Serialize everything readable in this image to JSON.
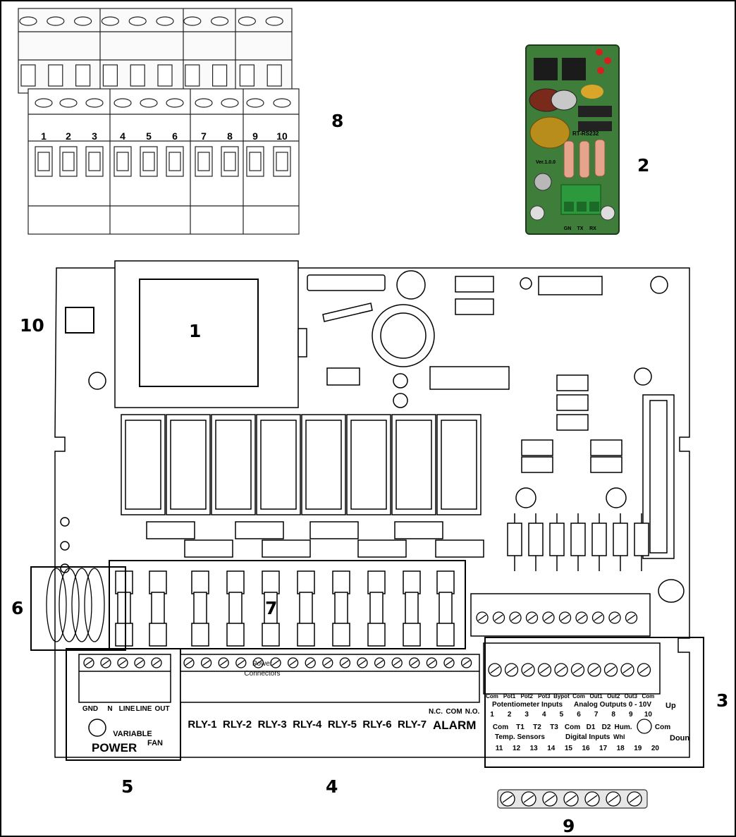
{
  "callouts": {
    "n1": "1",
    "n2": "2",
    "n3": "3",
    "n4": "4",
    "n5": "5",
    "n6": "6",
    "n7": "7",
    "n8": "8",
    "n9": "9",
    "n10": "10"
  },
  "terminal_block_numbers": [
    "1",
    "2",
    "3",
    "4",
    "5",
    "6",
    "7",
    "8",
    "9",
    "10"
  ],
  "rs232_card": {
    "silk_label": "RT-RS232",
    "version": "Ver.1.0.0",
    "pins": [
      "GN",
      "TX",
      "RX"
    ]
  },
  "power_block": {
    "terminals": [
      "GND",
      "N",
      "LINE",
      "LINE",
      "OUT"
    ],
    "fan_label_1": "VARIABLE",
    "fan_label_2": "FAN",
    "title": "POWER"
  },
  "relays": [
    "RLY-1",
    "RLY-2",
    "RLY-3",
    "RLY-4",
    "RLY-5",
    "RLY-6",
    "RLY-7"
  ],
  "alarm": {
    "title": "ALARM",
    "contacts": [
      "N.C.",
      "COM",
      "N.O."
    ]
  },
  "power_connectors_label": {
    "line1": "Power",
    "line2": "Connectors"
  },
  "io_block": {
    "upper_terminals": [
      "Com",
      "Pot1",
      "Pot2",
      "Pot3",
      "Bypot",
      "Com",
      "Out1",
      "Out2",
      "Out3",
      "Com"
    ],
    "upper_numbers": [
      "1",
      "2",
      "3",
      "4",
      "5",
      "6",
      "7",
      "8",
      "9",
      "10"
    ],
    "potentiometer_label": "Potentiometer Inputs",
    "analog_label": "Analog Outputs 0 - 10V",
    "up_label": "Up",
    "lower_terminals": [
      "Com",
      "T1",
      "T2",
      "T3",
      "Com",
      "D1",
      "D2",
      "Hum.",
      "Com"
    ],
    "whl_label": "Whl",
    "temp_label": "Temp. Sensors",
    "digital_label": "Digital Inputs",
    "lower_numbers": [
      "11",
      "12",
      "13",
      "14",
      "15",
      "16",
      "17",
      "18",
      "19",
      "20"
    ],
    "down_label": "Doun"
  }
}
